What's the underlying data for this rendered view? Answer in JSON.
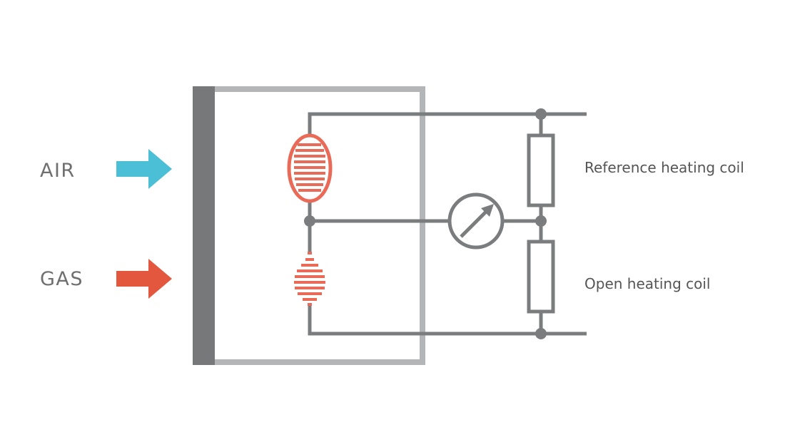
{
  "inputs": {
    "air": {
      "label": "AIR",
      "color": "#4bbfd6"
    },
    "gas": {
      "label": "GAS",
      "color": "#e4573f"
    }
  },
  "legend": {
    "reference_coil": "Reference heating coil",
    "open_coil": "Open heating coil"
  },
  "colors": {
    "wire": "#7b7c7e",
    "chamber_frame": "#b4b5b7",
    "chamber_wall": "#77787a",
    "coil": "#ea6a58"
  },
  "icons": {
    "meter": "meter-icon",
    "reference_coil": "reference-coil-icon",
    "open_coil": "open-coil-icon"
  }
}
